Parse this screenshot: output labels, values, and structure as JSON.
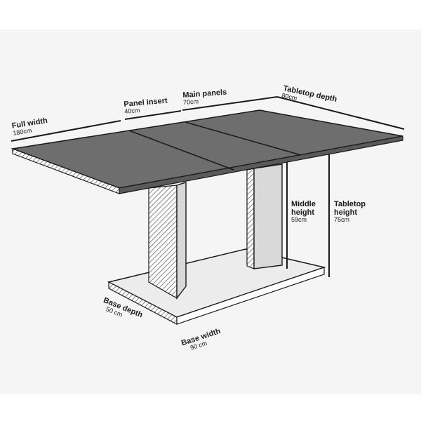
{
  "dimensions": {
    "full_width": {
      "name": "Full width",
      "value": "180cm"
    },
    "panel_insert": {
      "name": "Panel insert",
      "value": "40cm"
    },
    "main_panels": {
      "name": "Main panels",
      "value": "70cm"
    },
    "tabletop_depth": {
      "name": "Tabletop depth",
      "value": "80cm"
    },
    "middle_height": {
      "name_line1": "Middle",
      "name_line2": "height",
      "value": "59cm"
    },
    "tabletop_height": {
      "name_line1": "Tabletop",
      "name_line2": "height",
      "value": "75cm"
    },
    "base_depth": {
      "name": "Base depth",
      "value": "50 cm"
    },
    "base_width": {
      "name": "Base width",
      "value": "90 cm"
    }
  },
  "colors": {
    "tabletop": "#6e6e6e",
    "edge_hatch": "#9a9a9a",
    "pedestal": "#d9d9d9",
    "base_top": "#ececec",
    "outline": "#1a1a1a",
    "panel_bg": "#f5f5f5"
  }
}
